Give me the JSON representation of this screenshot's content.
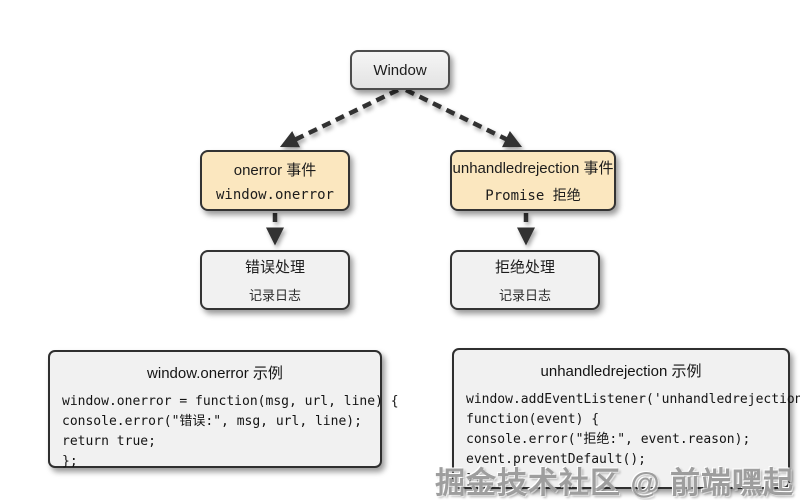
{
  "diagram": {
    "root_label": "Window",
    "event_nodes": [
      {
        "title": "onerror 事件",
        "subtitle": "window.onerror"
      },
      {
        "title": "unhandledrejection 事件",
        "subtitle": "Promise 拒绝"
      }
    ],
    "handler_nodes": [
      {
        "title": "错误处理",
        "subtitle": "记录日志"
      },
      {
        "title": "拒绝处理",
        "subtitle": "记录日志"
      }
    ],
    "code_panels": [
      {
        "title": "window.onerror 示例",
        "lines": [
          "window.onerror = function(msg, url, line) {",
          "console.error(\"错误:\", msg, url, line);",
          "return true;",
          "};"
        ]
      },
      {
        "title": "unhandledrejection 示例",
        "lines": [
          "window.addEventListener('unhandledrejection',",
          "function(event) {",
          "console.error(\"拒绝:\", event.reason);",
          "event.preventDefault();",
          "});"
        ]
      }
    ]
  },
  "watermark_text": "掘金技术社区 @ 前端嘿起",
  "colors": {
    "background": "#ffffff",
    "event_fill": "#fbe7bf",
    "node_fill": "#f1f1f1",
    "border": "#333333",
    "arrow": "#333333"
  }
}
